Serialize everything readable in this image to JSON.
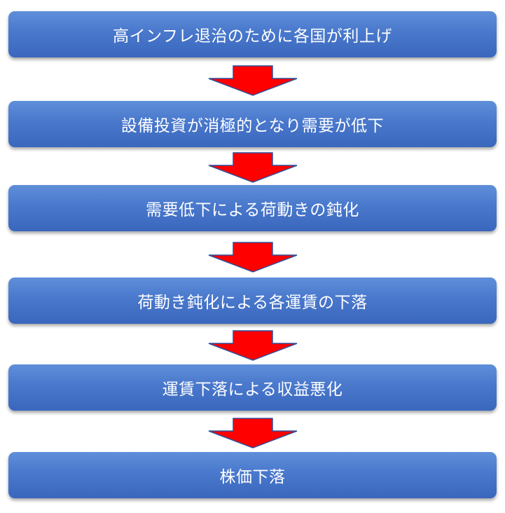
{
  "flow": {
    "steps": [
      {
        "label": "高インフレ退治のために各国が利上げ"
      },
      {
        "label": "設備投資が消極的となり需要が低下"
      },
      {
        "label": "需要低下による荷動きの鈍化"
      },
      {
        "label": "荷動き鈍化による各運賃の下落"
      },
      {
        "label": "運賃下落による収益悪化"
      },
      {
        "label": "株価下落"
      }
    ],
    "arrow_icon": "down-arrow-icon",
    "colors": {
      "box": "#4a7acc",
      "box_text": "#ffffff",
      "arrow_fill": "#ff0000",
      "arrow_stroke": "#2f4f9a"
    }
  }
}
